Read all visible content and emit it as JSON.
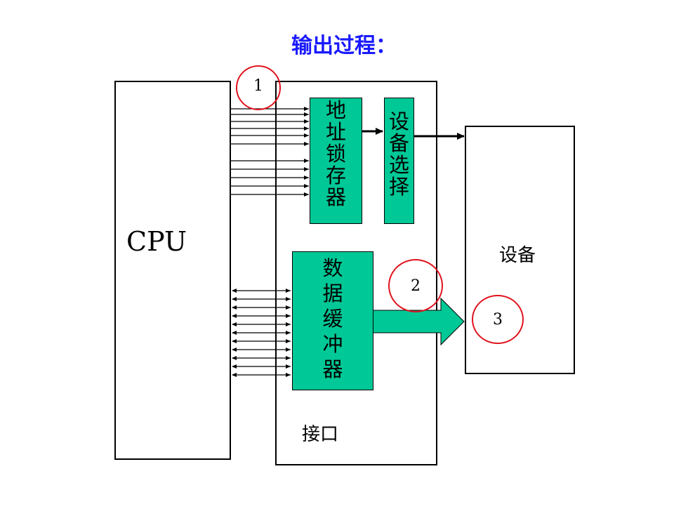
{
  "title": "输出过程：",
  "cpu": {
    "label": "CPU"
  },
  "interface": {
    "label": "接口"
  },
  "device": {
    "label": "设备"
  },
  "address_latch": {
    "chars": [
      "地",
      "址",
      "锁",
      "存",
      "器"
    ]
  },
  "device_select": {
    "chars": [
      "设",
      "备",
      "选",
      "择"
    ]
  },
  "data_buffer": {
    "chars": [
      "数",
      "据",
      "缓",
      "冲",
      "器"
    ]
  },
  "steps": [
    "1",
    "2",
    "3"
  ],
  "colors": {
    "title": "#1a1aff",
    "block": "#00c896",
    "step_circle": "#e0141e"
  }
}
